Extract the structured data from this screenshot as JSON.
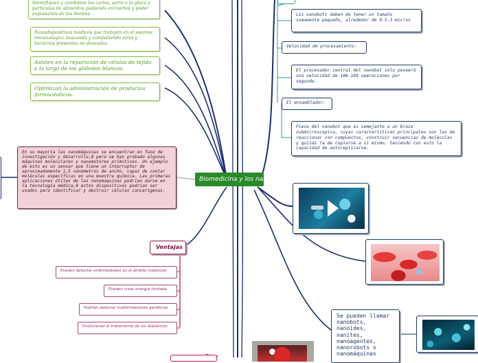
{
  "center": {
    "title": "Biomedicina y los nanobots"
  },
  "green_nodes": [
    "Identifiquen y combatan las caries, sarro o la placa y partículas de alimentos pudiendo extraerlos y poder expulsarlos de los dientes.",
    "Nanodispositivos médicos que trabajen en el sistema inmunológico buscando y combatiendo virus y bacterias presentes no deseados.",
    "Asisten en la reparación de células de tejido a lo largo de los glóbulos blancos.",
    "Optimizan la administración de productos farmacéuticos."
  ],
  "description": "En su mayoría las nanomáquinas se encuentran en fase de investigación y desarrollo,8 pero se han probado algunas máquinas moleculares y nanomotores primitivos. Un ejemplo de esto es un sensor que tiene un interruptor de aproximadamente 1,5 nanómetros de ancho, capaz de contar moléculas específicas en una muestra química. Las primeras aplicaciones útiles de las nanomáquinas podrían darse en la tecnología médica,9 estos dispositivos podrían ser usados para identificar y destruir células cancerígenas.",
  "right_nodes": {
    "size_text": "Los nanobots deben de tener un tamaño sumamente pequeño, alrededor de 0.5-3 micras",
    "speed_head": "Velocidad de procesamiento:",
    "speed_text": "El procesador central del nanobot solo poseerá una velocidad de 106-109 operaciones por segundo.",
    "assembler_head": "El ensamblador:",
    "assembler_text": "Pieza del nanobot que es semejante a un brazo submicroscopico, cuyas características principales son las de reaccionar con compuestos, construir secuencias de moléculas y quizás la de copiarse a si mismo, teniendo con esto la capacidad de autoreplicarse."
  },
  "names_text": "Se pueden llamar nanobots, nanoides, nanites, nanoagentes, nanorobots o nanomáquinas",
  "ventajas": {
    "title": "Ventajas",
    "items": [
      "Pueden detectar enfermedades en el ámbito molecular.",
      "Pueden crear energía limitada.",
      "Podrían detectar malformaciones genéticas.",
      "Evolucionar el tratamiento de los diabéticos."
    ]
  },
  "colors": {
    "branch_navy": "#1a2f6e",
    "branch_teal": "#2e9e96",
    "branch_pink": "#c2185b",
    "center_bg": "#2a8a2a",
    "green_text": "#4d9a1e"
  },
  "icons": [
    "video-play-icon"
  ]
}
